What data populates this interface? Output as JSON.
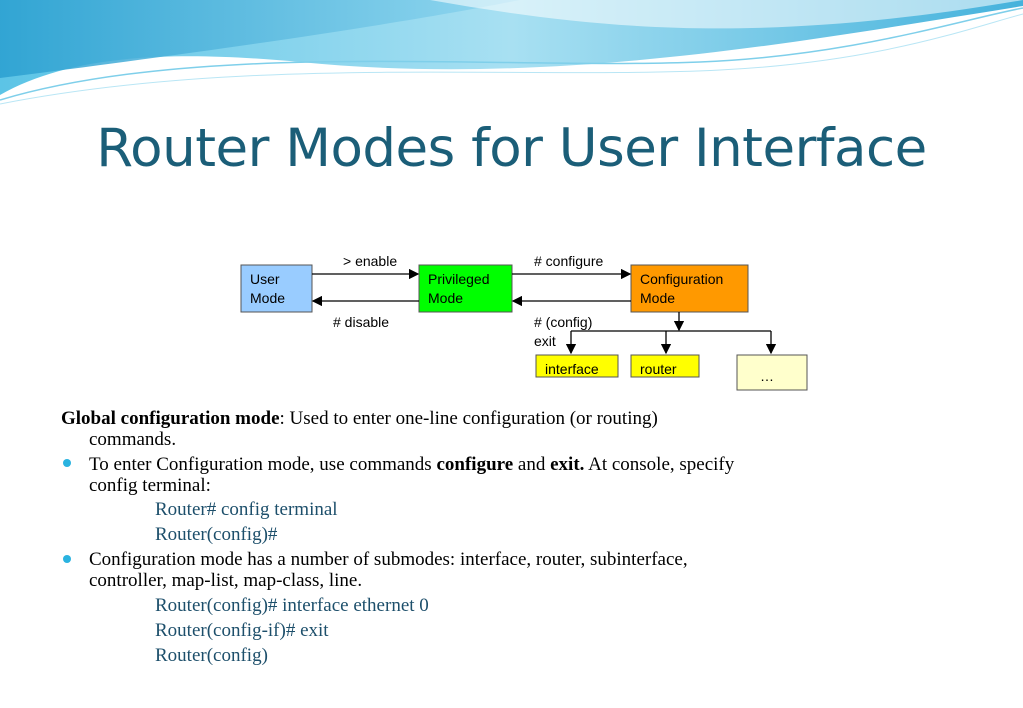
{
  "title": "Router Modes for User Interface",
  "diagram": {
    "user_mode": [
      "User",
      "Mode"
    ],
    "privileged_mode": [
      "Privileged",
      "Mode"
    ],
    "configuration_mode": [
      "Configuration",
      "Mode"
    ],
    "enable_label": "> enable",
    "disable_label": "# disable",
    "configure_label": "# configure",
    "config_exit_label": [
      "# (config)",
      "exit"
    ],
    "sub_interface": "interface",
    "sub_router": "router",
    "sub_more": "…",
    "colors": {
      "user_mode": "#99ccff",
      "privileged_mode": "#00ff00",
      "configuration_mode": "#ff9900",
      "submode": "#ffff00",
      "more": "#ffffcc"
    }
  },
  "content": {
    "para1_bold": "Global configuration mode",
    "para1_rest": ":  Used to enter one-line configuration (or routing)",
    "para1_line2": "commands.",
    "bullet1_pre": "To enter Configuration mode, use commands ",
    "bullet1_b1": "configure",
    "bullet1_mid": " and ",
    "bullet1_b2": "exit.",
    "bullet1_post": "  At console, specify",
    "bullet1_line2": "config terminal:",
    "cmd1": "Router# config terminal",
    "cmd2": "Router(config)#",
    "bullet2_line1": "Configuration mode has a number of submodes: interface, router, subinterface,",
    "bullet2_line2": "controller, map-list, map-class, line.",
    "cmd3": "Router(config)# interface ethernet 0",
    "cmd4": "Router(config-if)# exit",
    "cmd5": "Router(config)"
  }
}
